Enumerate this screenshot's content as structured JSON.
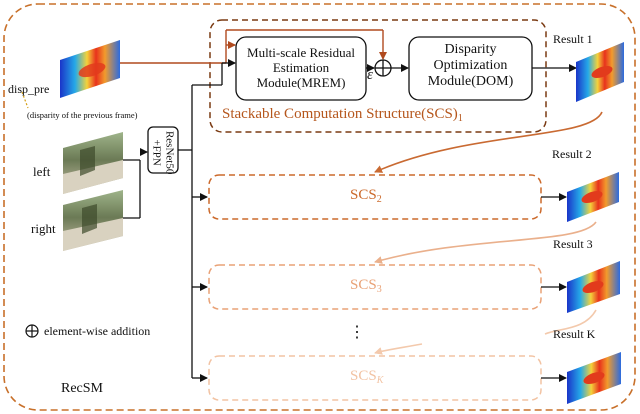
{
  "frame": {
    "name": "RecSM"
  },
  "inputs": {
    "disp_pre": "disp_pre",
    "disp_pre_note": "(disparity of the previous frame)",
    "left": "left",
    "right": "right"
  },
  "backbone": {
    "line1": "ResNet50",
    "line2": "+FPN"
  },
  "mrem": {
    "line1": "Multi-scale Residual",
    "line2": "Estimation",
    "line3": "Module(MREM)"
  },
  "dom": {
    "line1": "Disparity",
    "line2": "Optimization",
    "line3": "Module(DOM)"
  },
  "epsilon": "ε",
  "scs1": {
    "text": "Stackable Computation Structure(SCS)",
    "sub": "1"
  },
  "scs_stages": [
    {
      "base": "SCS",
      "sub": "2"
    },
    {
      "base": "SCS",
      "sub": "3"
    },
    {
      "base": "SCS",
      "sub": "K"
    }
  ],
  "ellipsis": "⋮",
  "results": [
    "Result 1",
    "Result 2",
    "Result 3",
    "Result K"
  ],
  "legend": {
    "symbol": "⊕",
    "text": "element-wise addition"
  },
  "colors": {
    "dashed_orange": "#c8702a",
    "scs1_border": "#7a3a12",
    "scs1_text": "#b5561c",
    "scs2": "#cc6a2c",
    "scs3": "#e9a277",
    "scsK": "#f2c3a3"
  }
}
